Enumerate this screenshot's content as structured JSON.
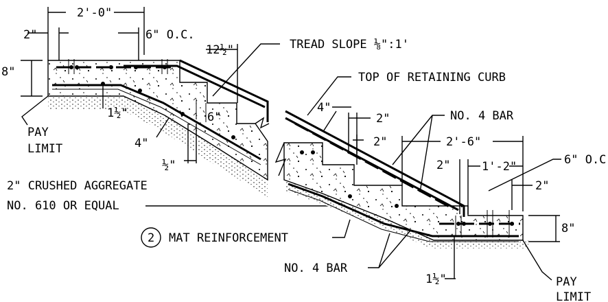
{
  "labels": {
    "dim_2ft0in": "2'-0\"",
    "dim_2in_left": "2\"",
    "spacing_6in_oc_left": "6\" O.C.",
    "dim_12half": "12½\"",
    "tread_slope": "TREAD SLOPE ⅛\":1'",
    "dim_8in_left": "8\"",
    "top_of_curb": "TOP OF RETAINING CURB",
    "dim_1half_left": "1½\"",
    "dim_6in": "6\"",
    "pay_limit_left_1": "PAY",
    "pay_limit_left_2": "LIMIT",
    "dim_4in_left": "4\"",
    "dim_half_in": "½\"",
    "dim_4in_right": "4\"",
    "dim_2in_a": "2\"",
    "no4bar_top": "NO. 4 BAR",
    "dim_2in_b": "2\"",
    "dim_2ft6in": "2'-6\"",
    "spacing_6in_oc_right": "6\" O.C.",
    "dim_2in_c": "2\"",
    "dim_1ft2in": "1'-2\"",
    "dim_2in_d": "2\"",
    "aggregate_1": "2\" CRUSHED AGGREGATE",
    "aggregate_2": "NO. 610 OR EQUAL",
    "mat_number": "2",
    "mat_reinforcement": "MAT REINFORCEMENT",
    "dim_8in_right": "8\"",
    "no4bar_bottom": "NO. 4 BAR",
    "dim_1half_right": "1½\"",
    "pay_limit_right_1": "PAY",
    "pay_limit_right_2": "LIMIT"
  }
}
